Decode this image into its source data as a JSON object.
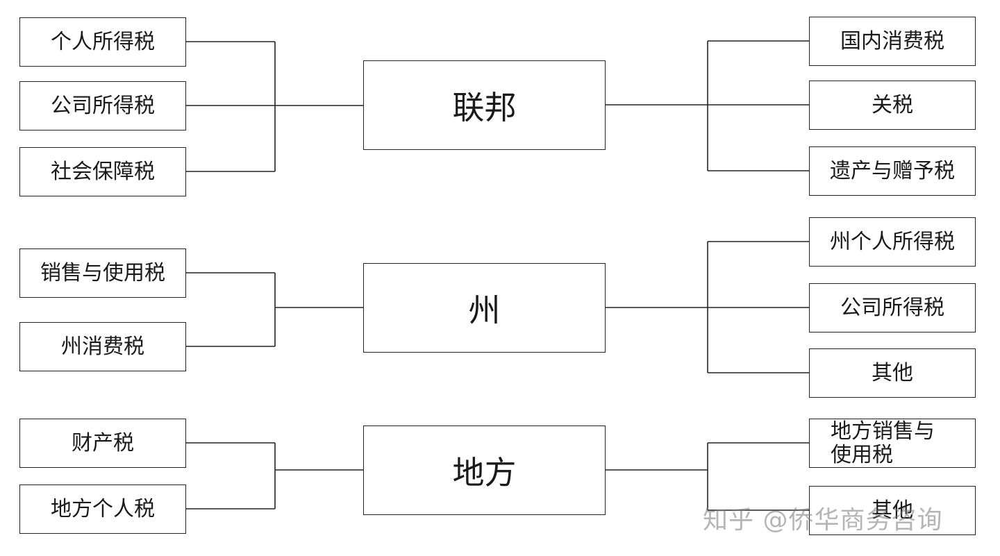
{
  "levels": {
    "federal": {
      "label": "联邦",
      "left_taxes": [
        "个人所得税",
        "公司所得税",
        "社会保障税"
      ],
      "right_taxes": [
        "国内消费税",
        "关税",
        "遗产与赠予税"
      ]
    },
    "state": {
      "label": "州",
      "left_taxes": [
        "销售与使用税",
        "州消费税"
      ],
      "right_taxes": [
        "州个人所得税",
        "公司所得税",
        "其他"
      ]
    },
    "local": {
      "label": "地方",
      "left_taxes": [
        "财产税",
        "地方个人税"
      ],
      "right_taxes": [
        "地方销售与使用税",
        "其他"
      ]
    }
  },
  "watermark": "知乎 @侨华商务咨询"
}
